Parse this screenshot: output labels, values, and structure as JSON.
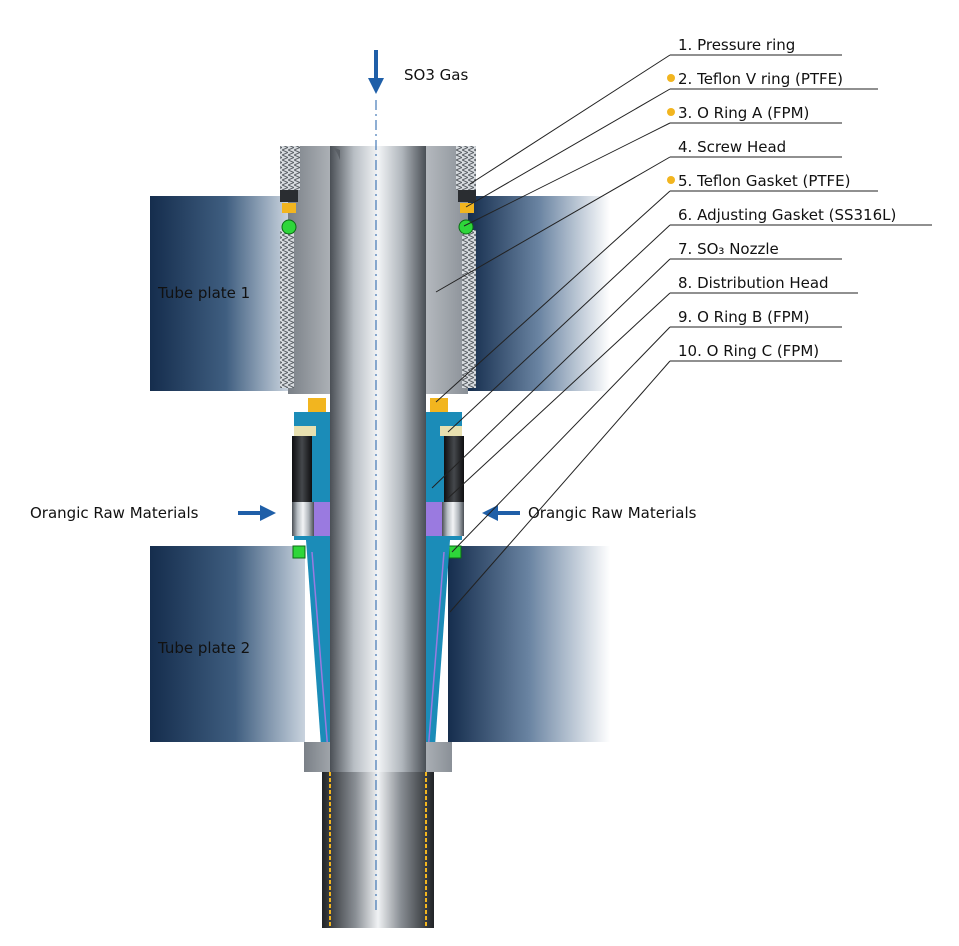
{
  "inlet_top": {
    "label": "SO3 Gas"
  },
  "inlet_left": {
    "label": "Orangic Raw Materials"
  },
  "inlet_right": {
    "label": "Orangic Raw Materials"
  },
  "tube_plate_1": {
    "label": "Tube plate 1"
  },
  "tube_plate_2": {
    "label": "Tube plate 2"
  },
  "parts": [
    {
      "label": "1. Pressure ring",
      "marked": false
    },
    {
      "label": "2. Teflon V ring (PTFE)",
      "marked": true
    },
    {
      "label": "3. O Ring A (FPM)",
      "marked": true
    },
    {
      "label": "4. Screw Head",
      "marked": false
    },
    {
      "label": "5. Teflon Gasket (PTFE)",
      "marked": true
    },
    {
      "label": "6. Adjusting Gasket (SS316L)",
      "marked": false
    },
    {
      "label": "7. SO₃ Nozzle",
      "marked": false
    },
    {
      "label": "8. Distribution Head",
      "marked": false
    },
    {
      "label": "9. O Ring B (FPM)",
      "marked": false
    },
    {
      "label": "10. O Ring C (FPM)",
      "marked": false
    }
  ],
  "colors": {
    "arrow": "#1f5fa8",
    "marker": "#f2b51f",
    "nozzle_blue": "#1b8cb8",
    "oring_green": "#2ed63a",
    "tube_plate": "#1c3a5e",
    "distribution_head": "#9a7ae0"
  }
}
